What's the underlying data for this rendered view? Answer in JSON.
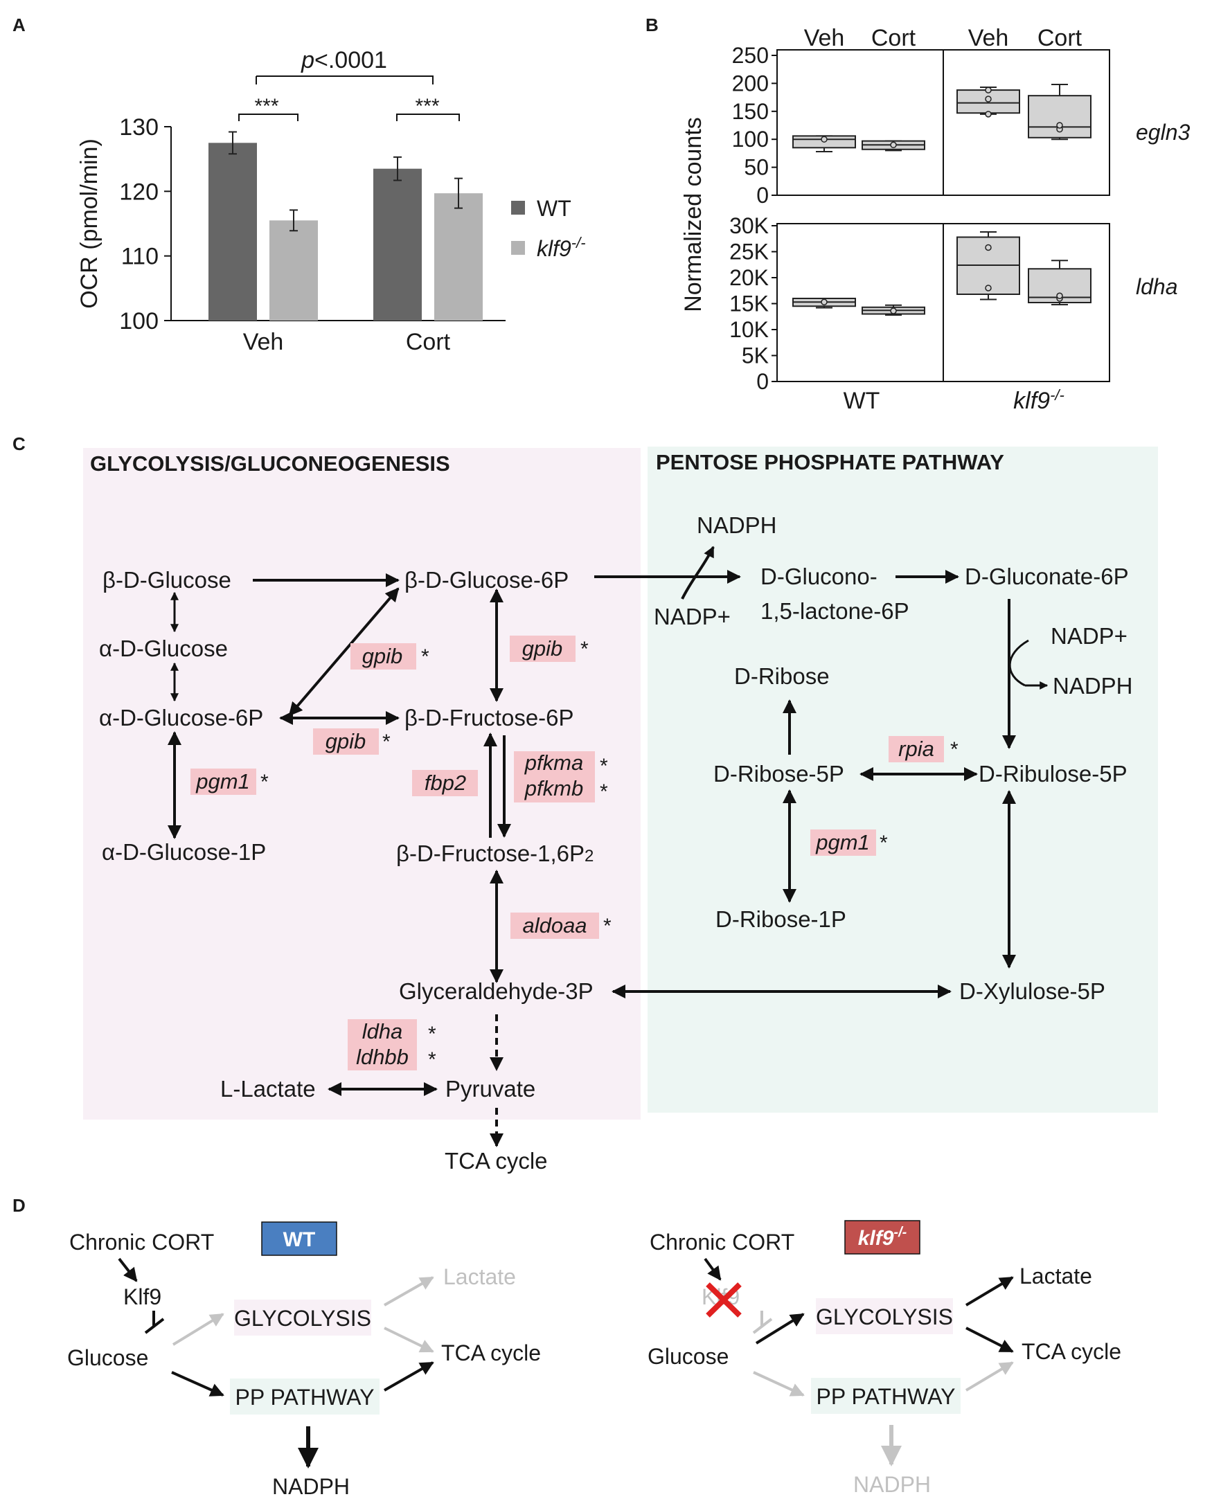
{
  "panel_labels": [
    "A",
    "B",
    "C",
    "D"
  ],
  "chart_data": [
    {
      "type": "bar",
      "panel": "A",
      "ylabel": "OCR (pmol/min)",
      "categories": [
        "Veh",
        "Cort"
      ],
      "ylim": [
        100,
        130
      ],
      "yticks": [
        "100",
        "110",
        "120",
        "130"
      ],
      "series": [
        {
          "name": "WT",
          "values": [
            127.5,
            123.5
          ],
          "errors": [
            1.7,
            1.8
          ],
          "color": "#666666"
        },
        {
          "name": "klf9-/-",
          "values": [
            115.5,
            119.7
          ],
          "errors": [
            1.6,
            2.3
          ],
          "color": "#b3b3b3"
        }
      ],
      "annotations": [
        "***",
        "***",
        "p<.0001"
      ],
      "legend_position": "right",
      "grid": false
    },
    {
      "type": "box",
      "panel": "B",
      "ylabel": "Normalized counts",
      "column_labels": [
        "Veh",
        "Cort",
        "Veh",
        "Cort"
      ],
      "group_labels": [
        "WT",
        "klf9-/-"
      ],
      "rows": [
        {
          "gene": "egln3",
          "ylim": [
            0,
            250
          ],
          "yticks": [
            "250",
            "200",
            "150",
            "100",
            "50",
            "0"
          ],
          "boxes": [
            {
              "group": "WT",
              "condition": "Veh",
              "min": 78,
              "q1": 85,
              "median": 100,
              "q3": 106,
              "max": 106,
              "points": [
                100
              ]
            },
            {
              "group": "WT",
              "condition": "Cort",
              "min": 80,
              "q1": 82,
              "median": 90,
              "q3": 97,
              "max": 97,
              "points": [
                90
              ]
            },
            {
              "group": "klf9-/-",
              "condition": "Veh",
              "min": 145,
              "q1": 147,
              "median": 165,
              "q3": 188,
              "max": 193,
              "points": [
                145,
                172,
                188
              ]
            },
            {
              "group": "klf9-/-",
              "condition": "Cort",
              "min": 100,
              "q1": 103,
              "median": 122,
              "q3": 178,
              "max": 198,
              "points": [
                118,
                125
              ]
            }
          ]
        },
        {
          "gene": "ldha",
          "ylim": [
            0,
            30000
          ],
          "yticks": [
            "30K",
            "25K",
            "20K",
            "15K",
            "10K",
            "5K",
            "0"
          ],
          "boxes": [
            {
              "group": "WT",
              "condition": "Veh",
              "min": 14200,
              "q1": 14500,
              "median": 15300,
              "q3": 16000,
              "max": 16000,
              "points": [
                15300
              ]
            },
            {
              "group": "WT",
              "condition": "Cort",
              "min": 12800,
              "q1": 13000,
              "median": 13700,
              "q3": 14300,
              "max": 14700,
              "points": [
                13600
              ]
            },
            {
              "group": "klf9-/-",
              "condition": "Veh",
              "min": 15800,
              "q1": 16800,
              "median": 22400,
              "q3": 27800,
              "max": 28800,
              "points": [
                18000,
                25800
              ]
            },
            {
              "group": "klf9-/-",
              "condition": "Cort",
              "min": 14800,
              "q1": 15200,
              "median": 16200,
              "q3": 21700,
              "max": 23300,
              "points": [
                16000,
                16500
              ]
            }
          ]
        }
      ]
    }
  ],
  "panel_c": {
    "glycolysis_title": "GLYCOLYSIS/GLUCONEOGENESIS",
    "ppp_title": "PENTOSE PHOSPHATE PATHWAY",
    "nodes": {
      "b_glucose": "β-D-Glucose",
      "a_glucose": "α-D-Glucose",
      "a_glucose_6p": "α-D-Glucose-6P",
      "a_glucose_1p": "α-D-Glucose-1P",
      "b_glucose_6p": "β-D-Glucose-6P",
      "b_fructose_6p": "β-D-Fructose-6P",
      "b_fructose_16p": "β-D-Fructose-1,6P",
      "b_fructose_16p_sub": "2",
      "gap": "Glyceraldehyde-3P",
      "pyruvate": "Pyruvate",
      "lactate": "L-Lactate",
      "tca": "TCA cycle",
      "nadph_top": "NADPH",
      "nadp_top": "NADP+",
      "glucono_1": "D-Glucono-",
      "glucono_2": "1,5-lactone-6P",
      "gluconate": "D-Gluconate-6P",
      "nadp_right": "NADP+",
      "nadph_right": "NADPH",
      "ribose": "D-Ribose",
      "ribose_5p": "D-Ribose-5P",
      "ribulose_5p": "D-Ribulose-5P",
      "ribose_1p": "D-Ribose-1P",
      "xylulose_5p": "D-Xylulose-5P"
    },
    "genes": {
      "gpib_diag": "gpib",
      "gpib_vert": "gpib",
      "gpib_horiz": "gpib",
      "pgm1_left": "pgm1",
      "fbp2": "fbp2",
      "pfkma": "pfkma",
      "pfkmb": "pfkmb",
      "aldoaa": "aldoaa",
      "ldha": "ldha",
      "ldhbb": "ldhbb",
      "rpia": "rpia",
      "pgm1_right": "pgm1"
    },
    "star": "*",
    "colors": {
      "glycolysis_bg": "#f8f0f6",
      "ppp_bg": "#edf6f3",
      "gene_highlight": "#f5c6cb"
    }
  },
  "panel_d": {
    "wt": {
      "label": "WT",
      "label_color": "#4a7fc1",
      "chronic_cort": "Chronic CORT",
      "klf9": "Klf9",
      "glucose": "Glucose",
      "glycolysis": "GLYCOLYSIS",
      "pp_pathway": "PP PATHWAY",
      "lactate": "Lactate",
      "tca": "TCA cycle",
      "nadph": "NADPH"
    },
    "ko": {
      "label": "klf9",
      "label_sup": "-/-",
      "label_color": "#c0504d",
      "chronic_cort": "Chronic CORT",
      "klf9": "Klf9",
      "glucose": "Glucose",
      "glycolysis": "GLYCOLYSIS",
      "pp_pathway": "PP PATHWAY",
      "lactate": "Lactate",
      "tca": "TCA cycle",
      "nadph": "NADPH"
    }
  }
}
